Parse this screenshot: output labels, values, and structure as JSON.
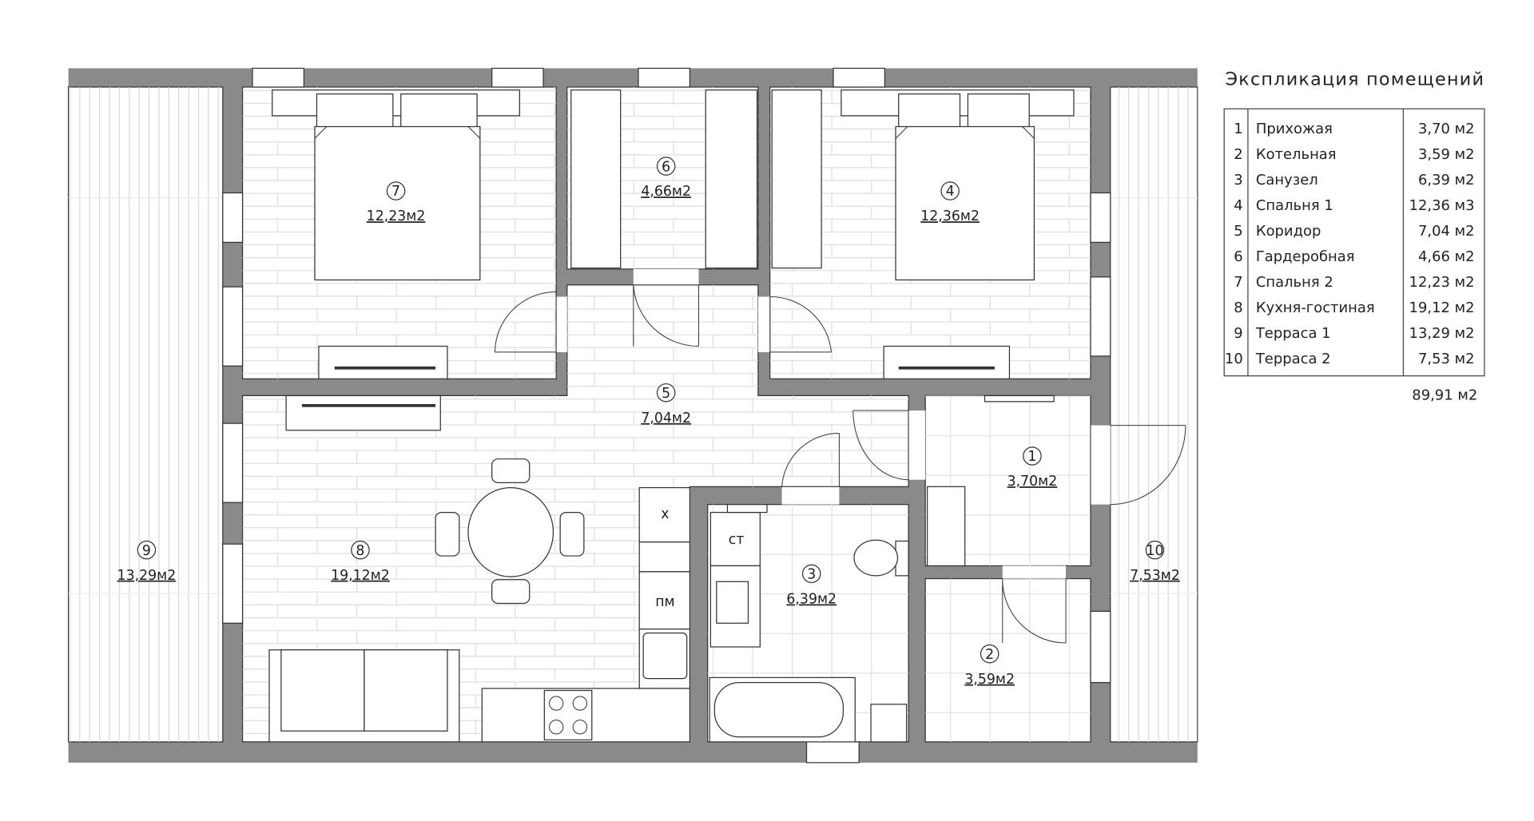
{
  "rooms": {
    "r1": {
      "num": "1",
      "area": "3,70м2"
    },
    "r2": {
      "num": "2",
      "area": "3,59м2"
    },
    "r3": {
      "num": "3",
      "area": "6,39м2"
    },
    "r4": {
      "num": "4",
      "area": "12,36м2"
    },
    "r5": {
      "num": "5",
      "area": "7,04м2"
    },
    "r6": {
      "num": "6",
      "area": "4,66м2"
    },
    "r7": {
      "num": "7",
      "area": "12,23м2"
    },
    "r8": {
      "num": "8",
      "area": "19,12м2"
    },
    "r9": {
      "num": "9",
      "area": "13,29м2"
    },
    "r10": {
      "num": "10",
      "area": "7,53м2"
    }
  },
  "appliances": {
    "fridge": "х",
    "dishwasher": "пм",
    "washer": "ст"
  },
  "explication": {
    "title": "Экспликация помещений",
    "rows": [
      {
        "num": "1",
        "name": "Прихожая",
        "area": "3,70 м2"
      },
      {
        "num": "2",
        "name": "Котельная",
        "area": "3,59 м2"
      },
      {
        "num": "3",
        "name": "Санузел",
        "area": "6,39 м2"
      },
      {
        "num": "4",
        "name": "Спальня 1",
        "area": "12,36 м3"
      },
      {
        "num": "5",
        "name": "Коридор",
        "area": "7,04 м2"
      },
      {
        "num": "6",
        "name": "Гардеробная",
        "area": "4,66 м2"
      },
      {
        "num": "7",
        "name": "Спальня 2",
        "area": "12,23 м2"
      },
      {
        "num": "8",
        "name": "Кухня-гостиная",
        "area": "19,12 м2"
      },
      {
        "num": "9",
        "name": "Терраса 1",
        "area": "13,29 м2"
      },
      {
        "num": "10",
        "name": "Терраса 2",
        "area": "7,53 м2"
      }
    ],
    "total": "89,91 м2"
  },
  "colors": {
    "wall": "#8a8a8a",
    "line": "#333333",
    "pattern": "#dddddd"
  }
}
